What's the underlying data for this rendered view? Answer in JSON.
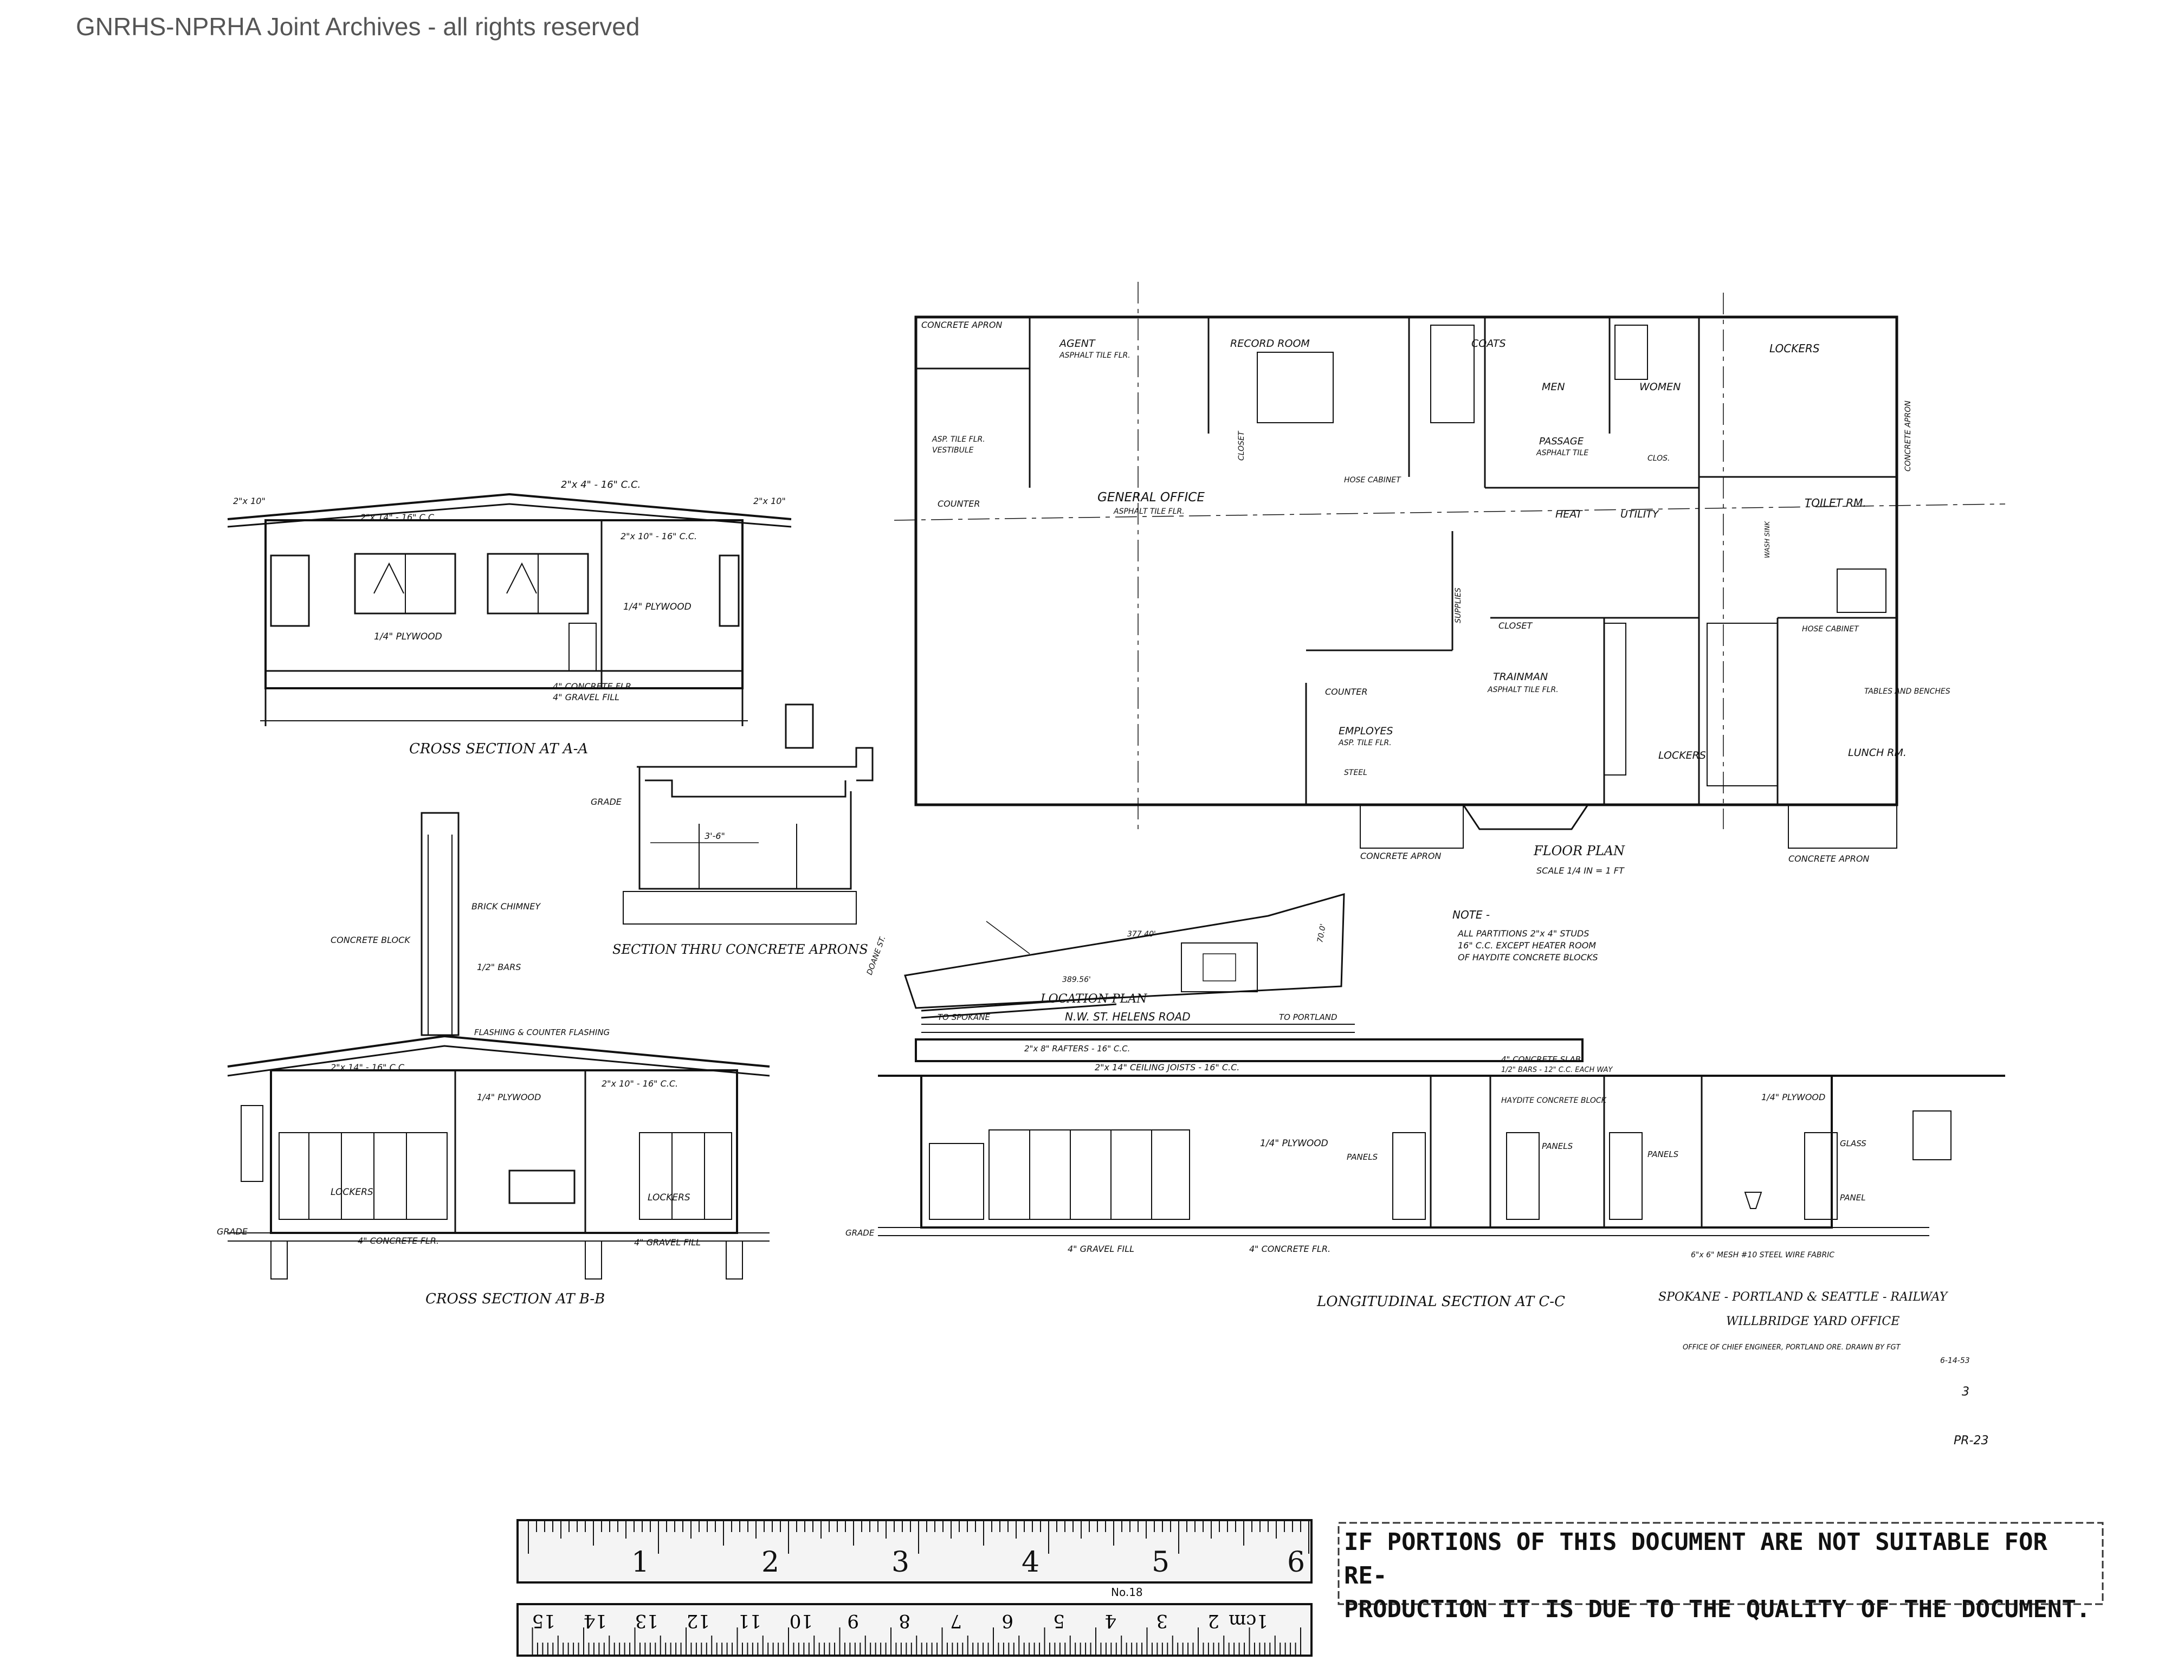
{
  "watermark": "GNRHS-NPRHA Joint Archives - all rights reserved",
  "cross_section_aa": {
    "title": "CROSS SECTION AT A-A",
    "labels": [
      "2\"x 4\" - 16\" C.C.",
      "2\"x 10\"",
      "2\"x 14\" - 16\" C.C.",
      "2\"x 10\"",
      "2\"x 10\" - 16\" C.C.",
      "1/4\" PLYWOOD",
      "1/4\" PLYWOOD",
      "4\" CONCRETE FLR.",
      "4\" GRAVEL FILL"
    ]
  },
  "cross_section_bb": {
    "title": "CROSS SECTION AT B-B",
    "labels": [
      "BRICK CHIMNEY",
      "CONCRETE BLOCK",
      "1/2\" BARS",
      "FLASHING & COUNTER FLASHING",
      "2\"x 14\" - 16\" C.C.",
      "1/4\" PLYWOOD",
      "2\"x 10\" - 16\" C.C.",
      "LOCKERS",
      "LOCKERS",
      "GRADE",
      "4\" CONCRETE FLR.",
      "4\" GRAVEL FILL"
    ]
  },
  "section_aprons": {
    "title": "SECTION THRU CONCRETE APRONS",
    "labels": [
      "GRADE",
      "3'-6\""
    ]
  },
  "floor_plan": {
    "title": "FLOOR PLAN",
    "scale": "SCALE 1/4 IN = 1 FT",
    "rooms": [
      "CONCRETE APRON",
      "AGENT",
      "ASPHALT TILE FLR.",
      "RECORD ROOM",
      "COATS",
      "MEN",
      "WOMEN",
      "LOCKERS",
      "ASP. TILE FLR.",
      "VESTIBULE",
      "GENERAL OFFICE",
      "ASPHALT TILE FLR.",
      "COUNTER",
      "HOSE CABINET",
      "PASSAGE",
      "ASPHALT TILE",
      "CLOS.",
      "HEAT",
      "UTILITY",
      "TOILET RM.",
      "CONCRETE APRON",
      "CLOSET",
      "TRAINMAN",
      "ASPHALT TILE FLR.",
      "COUNTER",
      "EMPLOYES",
      "ASP. TILE FLR.",
      "LOCKERS",
      "HOSE CABINET",
      "TABLES AND BENCHES",
      "LUNCH RM.",
      "CONCRETE APRON",
      "CONCRETE APRON",
      "SUPPLIES",
      "CLOSET",
      "WASH SINK",
      "STEEL"
    ]
  },
  "note": {
    "heading": "NOTE -",
    "lines": [
      "ALL PARTITIONS 2\"x 4\" STUDS",
      "16\" C.C. EXCEPT HEATER ROOM",
      "OF HAYDITE CONCRETE BLOCKS"
    ]
  },
  "location_plan": {
    "title": "LOCATION PLAN",
    "road": "N.W. ST. HELENS ROAD",
    "to_left": "TO SPOKANE",
    "to_right": "TO PORTLAND",
    "dims": [
      "377.40'",
      "389.56'",
      "70.0'"
    ],
    "street": "DOANE ST."
  },
  "longitudinal_section": {
    "title": "LONGITUDINAL SECTION AT C-C",
    "labels": [
      "2\"x 8\" RAFTERS - 16\" C.C.",
      "2\"x 14\" CEILING JOISTS - 16\" C.C.",
      "4\" CONCRETE SLAB",
      "1/2\" BARS - 12\" C.C. EACH WAY",
      "HAYDITE CONCRETE BLOCK",
      "1/4\" PLYWOOD",
      "1/4\" PLYWOOD",
      "PANELS",
      "PANELS",
      "PANELS",
      "GLASS",
      "PANEL",
      "GRADE",
      "4\" GRAVEL FILL",
      "4\" CONCRETE FLR.",
      "6\"x 6\" MESH #10 STEEL WIRE FABRIC"
    ]
  },
  "title_block": {
    "railway": "SPOKANE - PORTLAND & SEATTLE - RAILWAY",
    "project": "WILLBRIDGE YARD OFFICE",
    "office": "OFFICE OF CHIEF ENGINEER, PORTLAND ORE. DRAWN BY FGT",
    "date": "6-14-53",
    "sheet": "3",
    "number": "PR-23"
  },
  "ruler": {
    "inch_marks": [
      "1",
      "2",
      "3",
      "4",
      "5",
      "6"
    ],
    "cm_marks": [
      "1cm",
      "2",
      "3",
      "4",
      "5",
      "6",
      "7",
      "8",
      "9",
      "10",
      "11",
      "12",
      "13",
      "14",
      "15"
    ],
    "model": "No.18"
  },
  "notice": {
    "line1": "IF PORTIONS OF THIS DOCUMENT ARE NOT SUITABLE FOR RE-",
    "line2": "PRODUCTION IT IS DUE TO THE QUALITY OF THE DOCUMENT."
  }
}
